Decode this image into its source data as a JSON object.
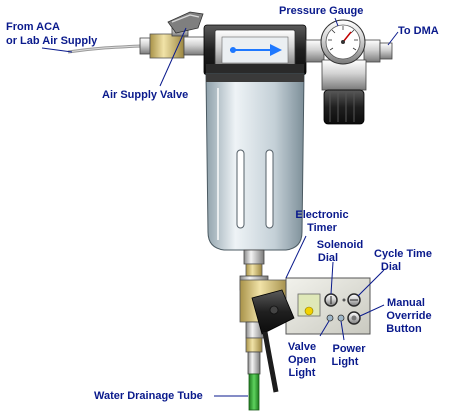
{
  "labels": {
    "supply_line1": "From ACA",
    "supply_line2": "or Lab Air Supply",
    "pressure_gauge": "Pressure Gauge",
    "to_dma": "To DMA",
    "air_supply_valve": "Air Supply Valve",
    "timer_line1": "Electronic",
    "timer_line2": "Timer",
    "solenoid_line1": "Solenoid",
    "solenoid_line2": "Dial",
    "cycle_line1": "Cycle Time",
    "cycle_line2": "Dial",
    "manual_line1": "Manual",
    "manual_line2": "Override",
    "manual_line3": "Button",
    "valve_line1": "Valve",
    "valve_line2": "Open",
    "valve_line3": "Light",
    "power_line1": "Power",
    "power_line2": "Light",
    "drain_tube": "Water Drainage Tube"
  },
  "colors": {
    "label_blue": "#0a1a8c",
    "metal_light": "#e4e4e4",
    "metal_dark": "#777777",
    "bowl": "#c9d6de",
    "brass": "#d8c276",
    "black": "#1c1c1c",
    "arrow_blue": "#1e78ff"
  }
}
